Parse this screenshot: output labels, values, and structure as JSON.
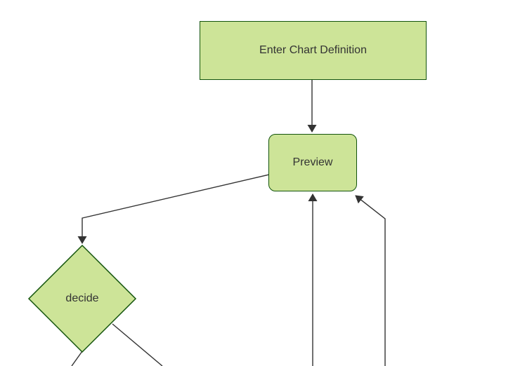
{
  "diagram": {
    "type": "flowchart",
    "background_color": "#ffffff",
    "colors": {
      "node_fill": "#cde498",
      "node_border": "#13540c",
      "edge_line": "#333333",
      "arrowhead": "#333333",
      "label_text": "#333333"
    },
    "nodes": [
      {
        "id": "enter-chart-definition",
        "label": "Enter Chart Definition",
        "shape": "rectangle"
      },
      {
        "id": "preview",
        "label": "Preview",
        "shape": "rounded-rectangle"
      },
      {
        "id": "decide",
        "label": "decide",
        "shape": "diamond"
      }
    ],
    "edges": [
      {
        "from": "enter-chart-definition",
        "to": "preview",
        "arrow": true
      },
      {
        "from": "preview",
        "to": "decide",
        "arrow": true
      },
      {
        "from": "offscreen-bottom",
        "to": "preview",
        "arrow": true
      },
      {
        "from": "offscreen-bottom-right",
        "to": "preview",
        "arrow": true
      },
      {
        "from": "decide",
        "to": "offscreen-bottom-left",
        "arrow": false
      },
      {
        "from": "decide",
        "to": "offscreen-bottom-right",
        "arrow": false
      }
    ]
  }
}
